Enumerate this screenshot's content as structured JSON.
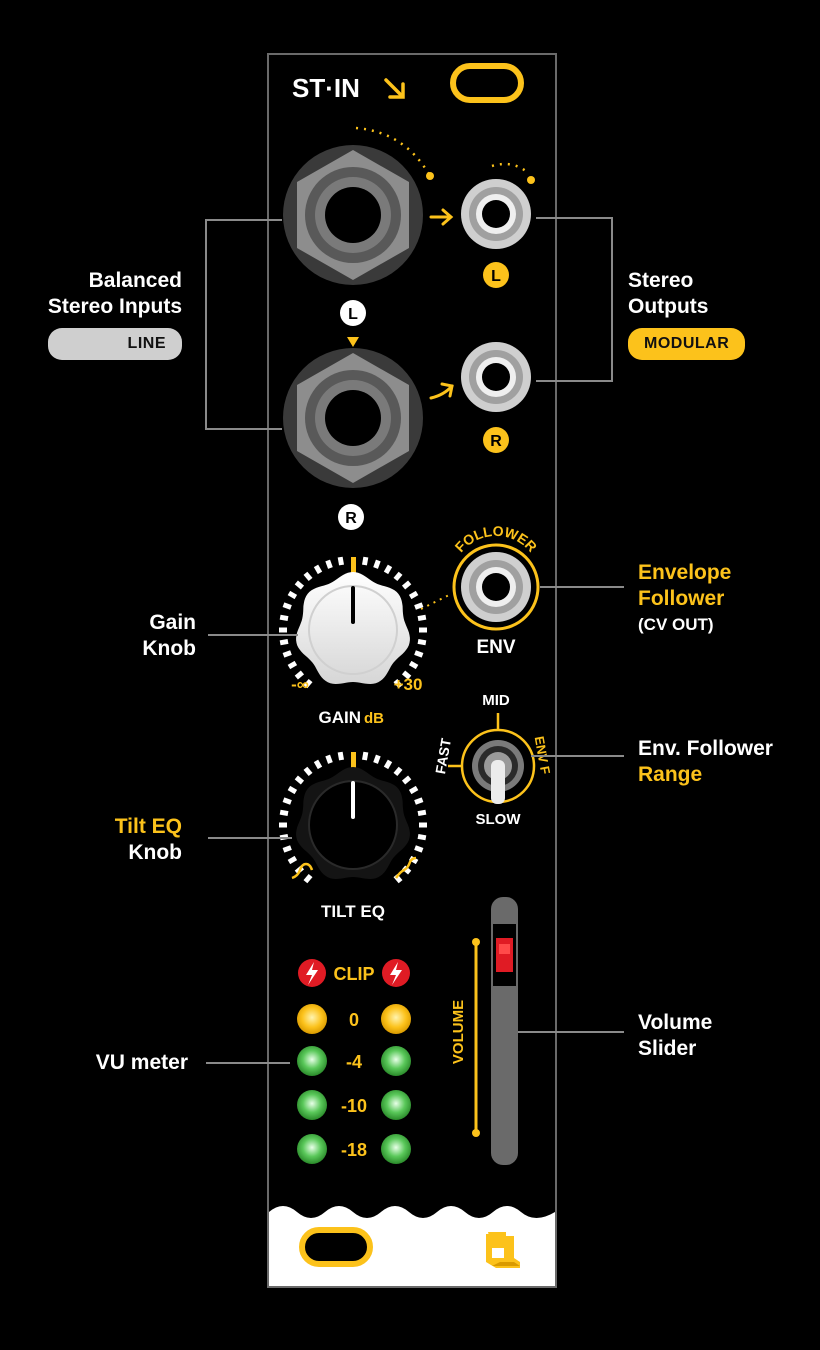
{
  "module": {
    "title": "ST·IN",
    "arrow_icon": "arrow-down-right-icon",
    "logo_icon": "brand-logo-icon"
  },
  "jacks": {
    "input_left_label": "L",
    "input_right_label": "R",
    "output_left_label": "L",
    "output_right_label": "R",
    "env_top_label": "FOLLOWER",
    "env_bottom_label": "ENV"
  },
  "gain": {
    "min_label": "-∞",
    "max_label": "+30",
    "name": "GAIN",
    "unit": "dB"
  },
  "tilt": {
    "name": "TILT EQ"
  },
  "switch": {
    "mid": "MID",
    "fast": "FAST",
    "slow": "SLOW",
    "env": "ENV F"
  },
  "meter": {
    "clip_label": "CLIP",
    "levels": [
      "0",
      "-4",
      "-10",
      "-18"
    ]
  },
  "slider": {
    "label": "VOLUME",
    "level": 0.9
  },
  "callouts": {
    "balanced_1": "Balanced",
    "balanced_2": "Stereo Inputs",
    "balanced_badge": "LINE",
    "stereo_out_1": "Stereo",
    "stereo_out_2": "Outputs",
    "stereo_out_badge": "MODULAR",
    "gain_1": "Gain",
    "gain_2": "Knob",
    "env_1": "Envelope",
    "env_2": "Follower",
    "env_3": "(CV OUT)",
    "range_1": "Env. Follower",
    "range_2": "Range",
    "tilt_1": "Tilt EQ",
    "tilt_2": "Knob",
    "vu_1": "VU meter",
    "volume_1": "Volume",
    "volume_2": "Slider"
  },
  "colors": {
    "accent": "#fcc21b",
    "panel": "#000000",
    "clip_red": "#e01b24",
    "led_yellow": "#fcc21b",
    "led_green": "#3ca83c"
  }
}
